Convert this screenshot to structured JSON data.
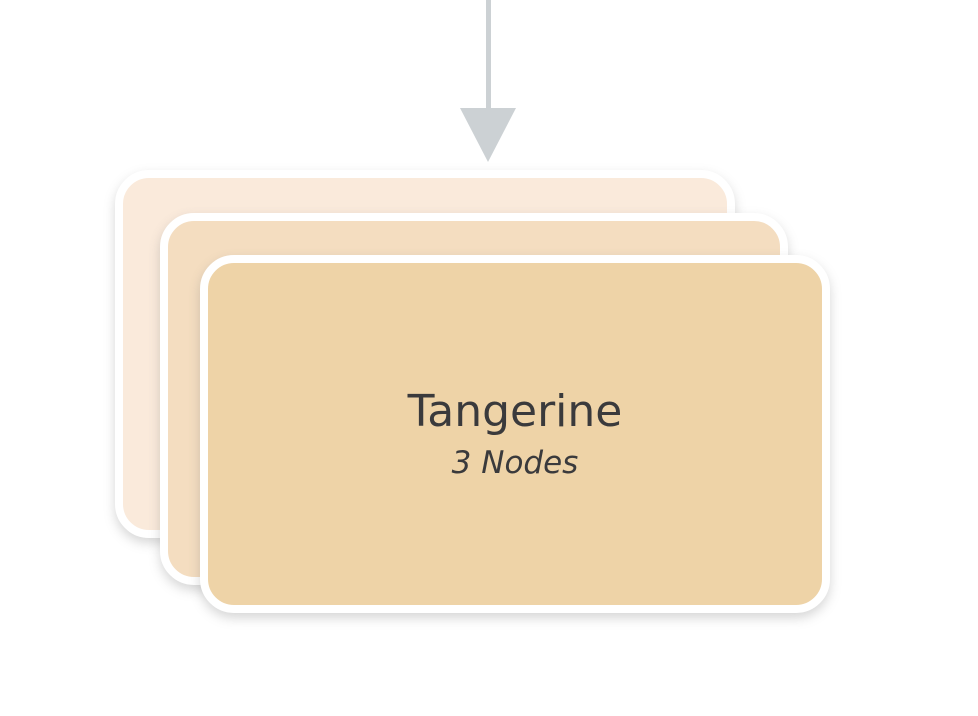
{
  "diagram": {
    "background_color": "#ffffff",
    "connector": {
      "name": "incoming-arrow",
      "direction": "down",
      "color": "#ccd1d4",
      "label": ""
    },
    "node_group": {
      "type": "stacked-cards",
      "card_count": 3,
      "title": "Tangerine",
      "subtitle": "3 Nodes",
      "text_color": "#3a3a3c",
      "border_color": "#ffffff",
      "layers": [
        {
          "name": "card-back",
          "fill": "#faeadb"
        },
        {
          "name": "card-mid",
          "fill": "#f4ddc0"
        },
        {
          "name": "card-front",
          "fill": "#eed3a7"
        }
      ]
    }
  }
}
